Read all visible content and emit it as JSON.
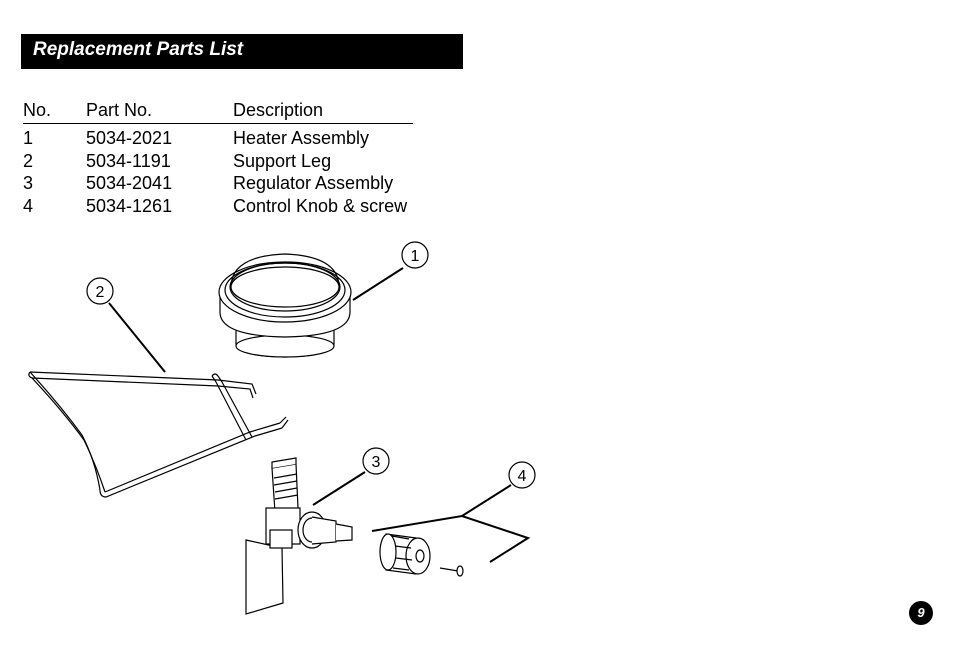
{
  "title": "Replacement Parts List",
  "table": {
    "headers": {
      "no": "No.",
      "part": "Part No.",
      "desc": "Description"
    },
    "rows": [
      {
        "no": "1",
        "part": "5034-2021",
        "desc": "Heater Assembly"
      },
      {
        "no": "2",
        "part": "5034-1191",
        "desc": "Support Leg"
      },
      {
        "no": "3",
        "part": "5034-2041",
        "desc": "Regulator Assembly"
      },
      {
        "no": "4",
        "part": "5034-1261",
        "desc": "Control Knob & screw"
      }
    ]
  },
  "callouts": {
    "c1": "1",
    "c2": "2",
    "c3": "3",
    "c4": "4"
  },
  "page_number": "9"
}
